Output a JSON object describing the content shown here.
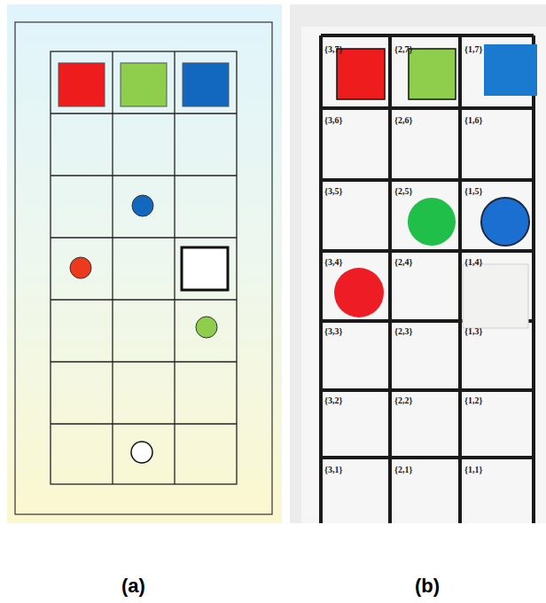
{
  "diagram": {
    "labels": [
      "{3,7}",
      "{2,7}",
      "{1,7}",
      "{3,6}",
      "{2,6}",
      "{1,6}",
      "{3,5}",
      "{2,5}",
      "{1,5}",
      "{3,4}",
      "{2,4}",
      "{1,4}",
      "{3,3}",
      "{2,3}",
      "{1,3}",
      "{3,2}",
      "{2,2}",
      "{1,2}",
      "{3,1}",
      "{2,1}",
      "{1,1}",
      "(a)",
      "(b)"
    ]
  }
}
